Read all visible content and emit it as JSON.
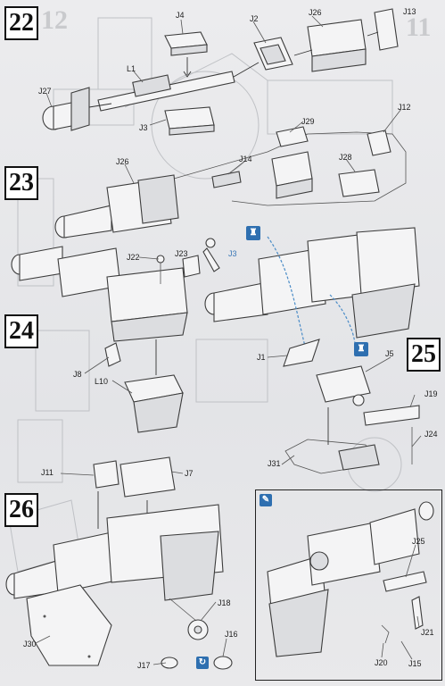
{
  "ghost_steps": [
    "12",
    "11"
  ],
  "steps": [
    {
      "id": "step-22",
      "number": "22"
    },
    {
      "id": "step-23",
      "number": "23"
    },
    {
      "id": "step-24",
      "number": "24"
    },
    {
      "id": "step-25",
      "number": "25"
    },
    {
      "id": "step-26",
      "number": "26"
    }
  ],
  "part_labels": {
    "j4": "J4",
    "j2": "J2",
    "j26a": "J26",
    "j13": "J13",
    "l1": "L1",
    "j27": "J27",
    "j3a": "J3",
    "j29": "J29",
    "j12": "J12",
    "j26b": "J26",
    "j14": "J14",
    "j28": "J28",
    "j22": "J22",
    "j23": "J23",
    "j3b": "J3",
    "j8": "J8",
    "l10": "L10",
    "j1": "J1",
    "j5": "J5",
    "j19": "J19",
    "j24": "J24",
    "j31": "J31",
    "j11": "J11",
    "j7": "J7",
    "j18": "J18",
    "j16": "J16",
    "j17": "J17",
    "j30": "J30",
    "j25": "J25",
    "j21": "J21",
    "j20": "J20",
    "j15": "J15"
  },
  "colors": {
    "accent_blue": "#2e6fb0",
    "ink": "#222222",
    "paper": "#e7e8ea"
  },
  "icons": [
    "cement-glue-icon",
    "paint-icon",
    "optional-icon"
  ]
}
